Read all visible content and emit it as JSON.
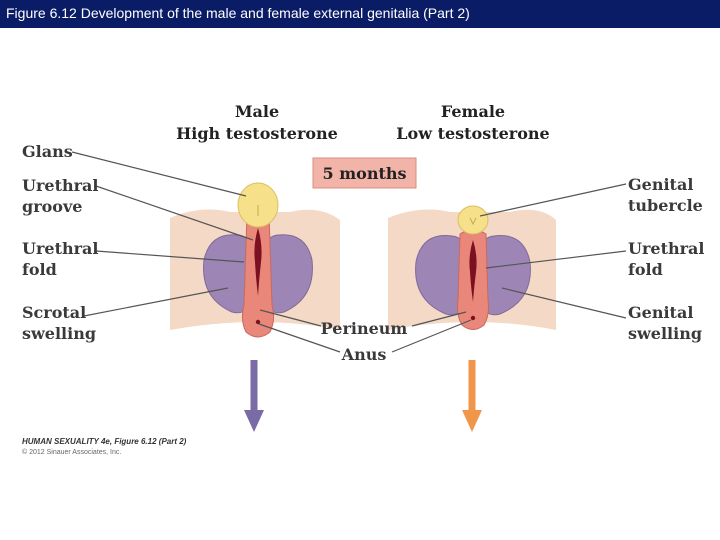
{
  "title": "Figure 6.12 Development of the male and female external genitalia (Part 2)",
  "male": {
    "heading": "Male",
    "subheading": "High testosterone"
  },
  "female": {
    "heading": "Female",
    "subheading": "Low testosterone"
  },
  "stage": "5 months",
  "labels_left": {
    "glans": "Glans",
    "urethral_groove_1": "Urethral",
    "urethral_groove_2": "groove",
    "urethral_fold_1": "Urethral",
    "urethral_fold_2": "fold",
    "scrotal_swelling_1": "Scrotal",
    "scrotal_swelling_2": "swelling"
  },
  "labels_center": {
    "perineum": "Perineum",
    "anus": "Anus"
  },
  "labels_right": {
    "genital_tubercle_1": "Genital",
    "genital_tubercle_2": "tubercle",
    "urethral_fold_1": "Urethral",
    "urethral_fold_2": "fold",
    "genital_swelling_1": "Genital",
    "genital_swelling_2": "swelling"
  },
  "credit": {
    "line1": "HUMAN SEXUALITY 4e, Figure 6.12 (Part 2)",
    "line2": "© 2012 Sinauer Associates, Inc."
  },
  "colors": {
    "title_bg": "#0a1c66",
    "skin": "#f3d9c6",
    "swelling": "#9d86b5",
    "fold": "#e8877a",
    "glans": "#f7e08a",
    "groove": "#7a1020",
    "stage_box": "#f2b3a8",
    "male_arrow": "#7a6aa6",
    "female_arrow": "#f0964a"
  }
}
